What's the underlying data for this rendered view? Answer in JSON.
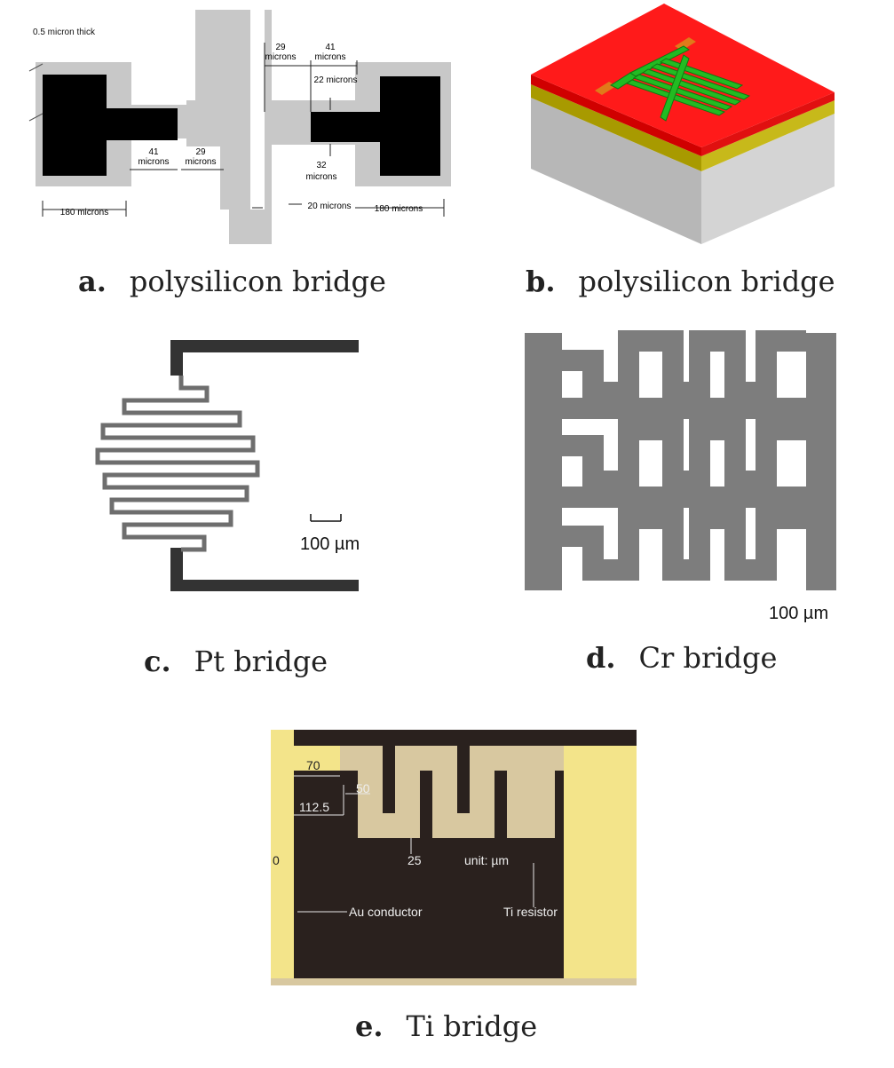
{
  "panel_a": {
    "thickness": "0.5 micron thick",
    "dims": {
      "d29_top": "29",
      "d29_top_unit": "microns",
      "d41_top": "41",
      "d41_top_unit": "microns",
      "d22": "22 microns",
      "d41_mid": "41",
      "d41_mid_unit": "microns",
      "d29_mid": "29",
      "d29_mid_unit": "microns",
      "d32": "32",
      "d32_unit": "microns",
      "d180_left": "180 microns",
      "d20": "20 microns",
      "d180_right": "180 microns"
    }
  },
  "panel_c": {
    "scale": "100 µm"
  },
  "panel_d": {
    "scale": "100 µm"
  },
  "panel_e": {
    "d70": "70",
    "d50": "50",
    "d112": "112.5",
    "d25": "25",
    "d0": "0",
    "unit": "unit: µm",
    "au": "Au conductor",
    "ti": "Ti resistor"
  },
  "captions": {
    "a": {
      "letter": "a.",
      "text": "polysilicon bridge"
    },
    "b": {
      "letter": "b.",
      "text": "polysilicon bridge"
    },
    "c": {
      "letter": "c.",
      "text": "Pt bridge"
    },
    "d": {
      "letter": "d.",
      "text": "Cr bridge"
    },
    "e": {
      "letter": "e.",
      "text": "Ti bridge"
    }
  },
  "colors": {
    "poly_gray": "#c8c8c8",
    "pad_black": "#000000",
    "substrate_red": "#ff1a1a",
    "resistor_green": "#22bb22",
    "contact_orange": "#e07a1a",
    "cr_gray": "#7d7d7d",
    "au_yellow": "#f3e48a",
    "ti_tan": "#d8c8a0",
    "dark_bg": "#2a211e"
  }
}
